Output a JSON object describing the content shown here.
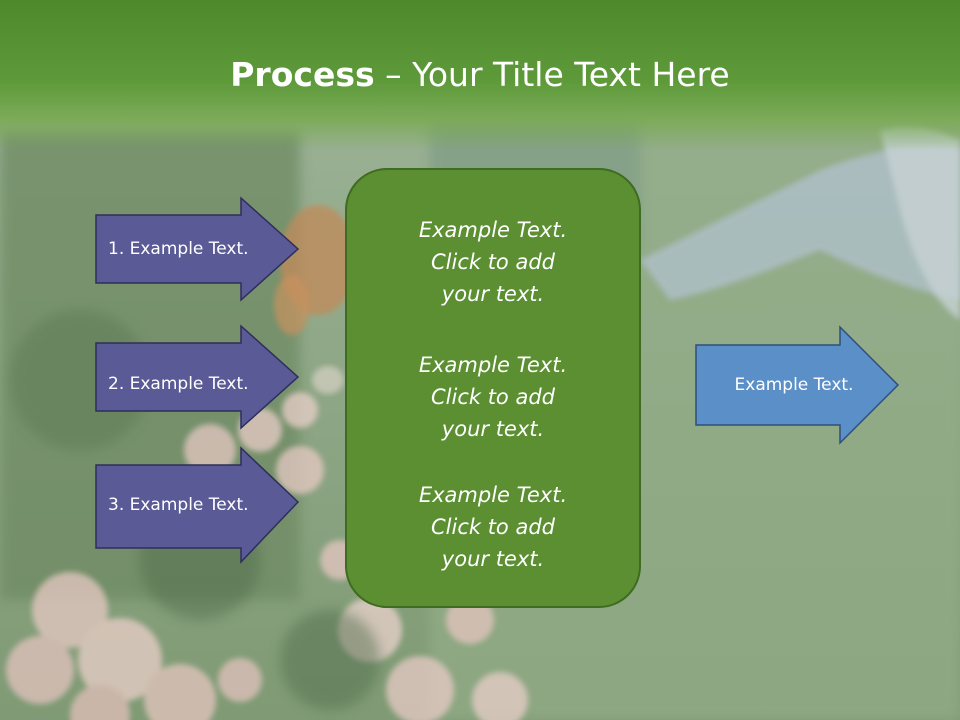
{
  "slide": {
    "title_bold": "Process",
    "title_rest": " – Your Title Text Here"
  },
  "left_arrows": [
    {
      "label": "1. Example Text."
    },
    {
      "label": "2. Example Text."
    },
    {
      "label": "3. Example Text."
    }
  ],
  "center_box": {
    "items": [
      {
        "text": "Example Text.\nClick  to add\nyour text."
      },
      {
        "text": "Example Text.\nClick  to add\nyour text."
      },
      {
        "text": "Example Text.\nClick  to add\nyour text."
      }
    ]
  },
  "right_arrow": {
    "label": "Example Text."
  },
  "colors": {
    "title_band": "#5e9a3a",
    "left_arrow_fill": "#5a5a96",
    "center_box_fill": "#5b8f32",
    "right_arrow_fill": "#5b8fc7"
  }
}
